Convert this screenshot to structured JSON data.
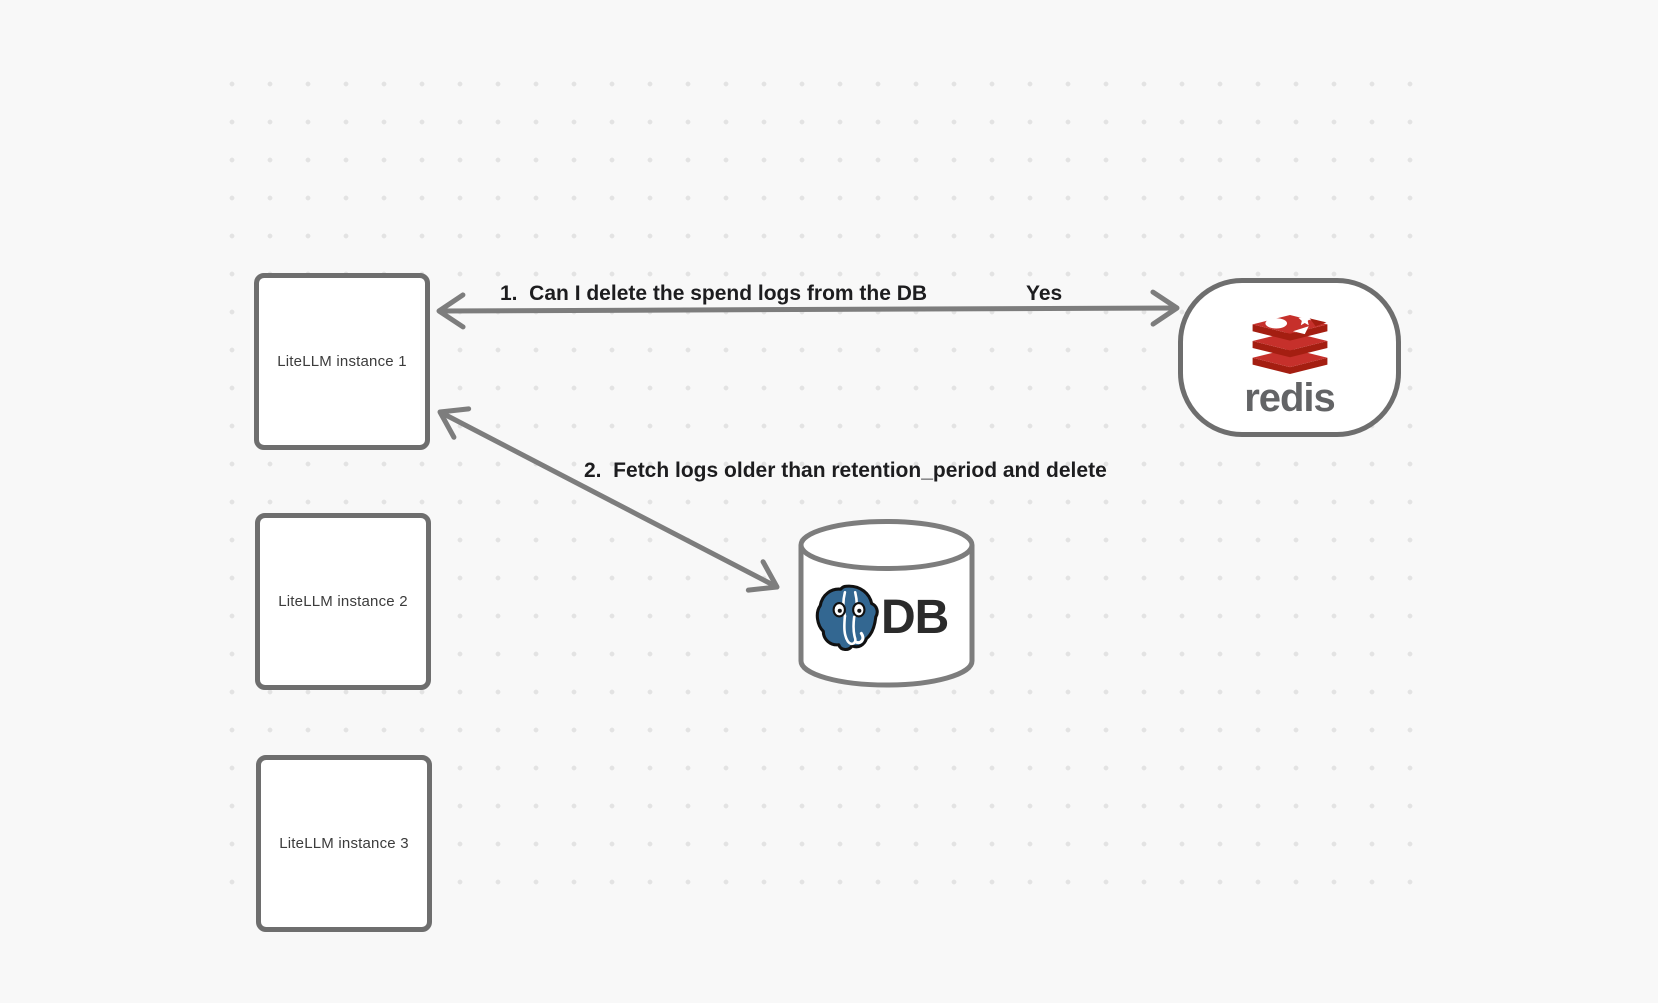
{
  "canvas": {
    "background_color": "#f8f8f8",
    "dot_color": "#e3e3e3",
    "stroke_color": "#6e6e6e",
    "arrow_color": "#7d7d7d"
  },
  "nodes": {
    "litellm1": {
      "label": "LiteLLM instance 1",
      "shape": "rectangle"
    },
    "litellm2": {
      "label": "LiteLLM instance 2",
      "shape": "rectangle"
    },
    "litellm3": {
      "label": "LiteLLM instance 3",
      "shape": "rectangle"
    },
    "redis": {
      "wordmark": "redis",
      "icon": "redis-logo-icon",
      "shape": "squircle",
      "logo_red": "#C6302B",
      "logo_dark_red": "#A41E11",
      "wordmark_color": "#636466"
    },
    "db": {
      "label": "DB",
      "icon": "postgresql-elephant-icon",
      "shape": "cylinder",
      "elephant_blue": "#336791"
    }
  },
  "labels": {
    "step1": {
      "text": "1.  Can I delete the spend logs from the DB"
    },
    "step1_answer": {
      "text": "Yes"
    },
    "step2": {
      "text": "2.  Fetch logs older than retention_period and delete"
    }
  },
  "arrows": [
    {
      "from": "redis",
      "to": "litellm1",
      "double_headed": true,
      "label": "1.  Can I delete the spend logs from the DB / Yes"
    },
    {
      "from": "litellm1",
      "to": "db",
      "double_headed": true,
      "label": "2.  Fetch logs older than retention_period and delete"
    }
  ]
}
